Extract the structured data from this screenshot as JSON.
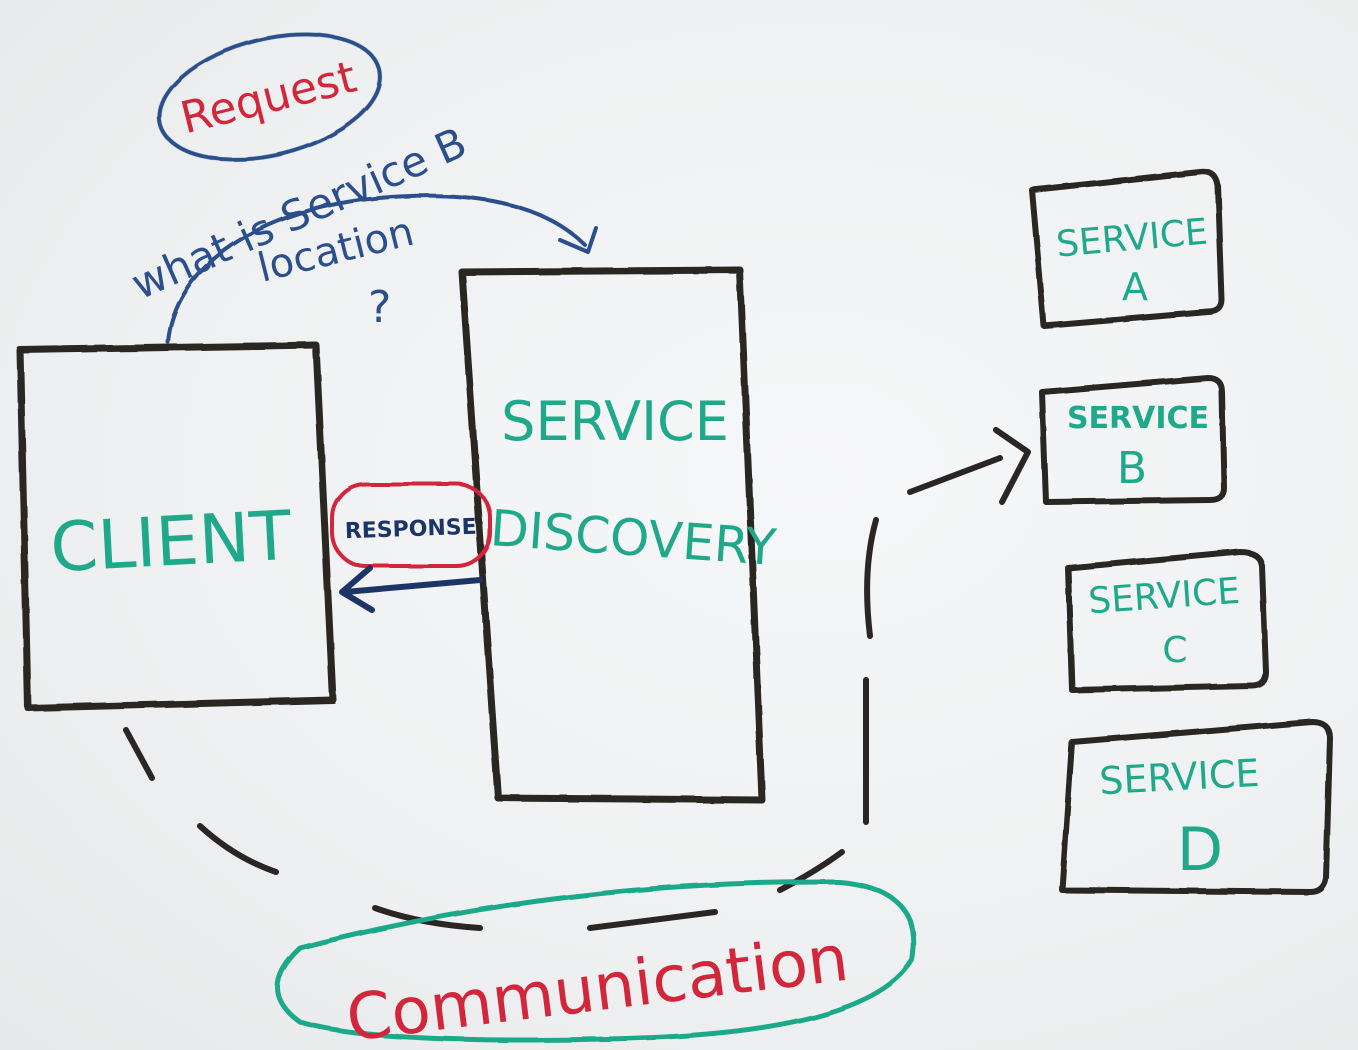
{
  "colors": {
    "board": "#f1f2f3",
    "black_marker": "#2b2624",
    "green_marker": "#1fa98a",
    "blue_marker": "#2a4f8c",
    "navy_marker": "#1d3566",
    "red_marker": "#d2263b"
  },
  "request": {
    "label": "Request",
    "question_line1": "what is Service B",
    "question_line2": "location",
    "question_mark": "?"
  },
  "client": {
    "label": "CLIENT"
  },
  "service_discovery": {
    "line1": "SERVICE",
    "line2": "DISCOVERY"
  },
  "response": {
    "label": "RESPONSE"
  },
  "services": [
    {
      "line1": "SERVICE",
      "line2": "A"
    },
    {
      "line1": "SERVICE",
      "line2": "B"
    },
    {
      "line1": "SERVICE",
      "line2": "C"
    },
    {
      "line1": "SERVICE",
      "line2": "D"
    }
  ],
  "communication": {
    "label": "Communication"
  }
}
